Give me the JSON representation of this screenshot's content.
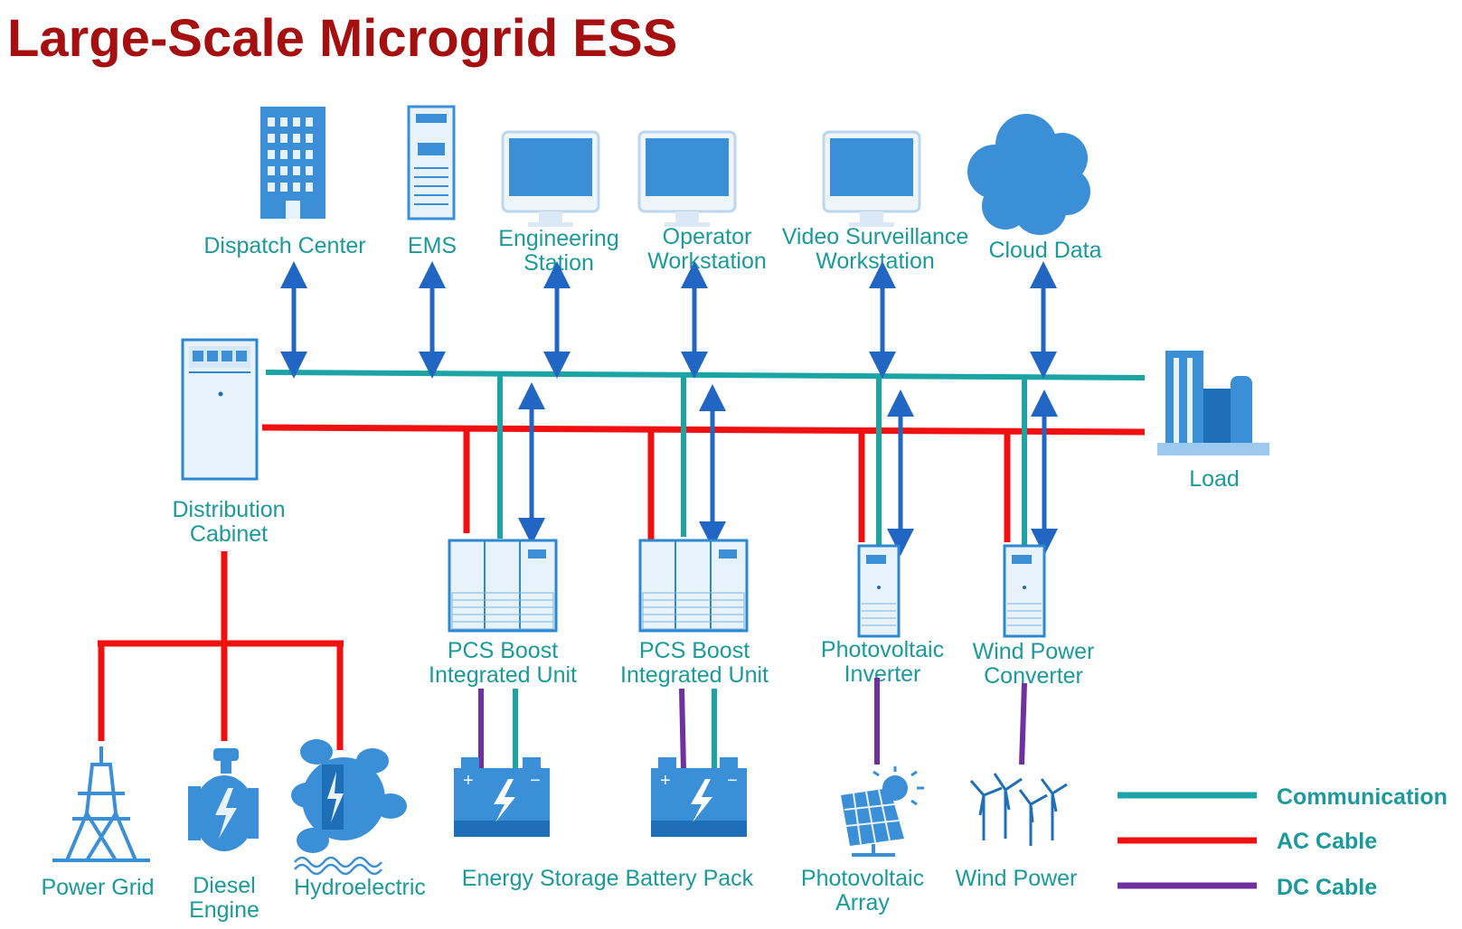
{
  "title": "Large-Scale Microgrid ESS",
  "labels": {
    "dispatch_center": "Dispatch Center",
    "ems": "EMS",
    "engineering_station_1": "Engineering",
    "engineering_station_2": "Station",
    "operator_workstation_1": "Operator",
    "operator_workstation_2": "Workstation",
    "video_surveillance_1": "Video Surveillance",
    "video_surveillance_2": "Workstation",
    "cloud_data": "Cloud Data",
    "distribution_cabinet_1": "Distribution",
    "distribution_cabinet_2": "Cabinet",
    "load": "Load",
    "pcs1_1": "PCS Boost",
    "pcs1_2": "Integrated Unit",
    "pcs2_1": "PCS Boost",
    "pcs2_2": "Integrated Unit",
    "pv_inverter_1": "Photovoltaic",
    "pv_inverter_2": "Inverter",
    "wind_converter_1": "Wind Power",
    "wind_converter_2": "Converter",
    "power_grid": "Power Grid",
    "diesel_engine_1": "Diesel",
    "diesel_engine_2": "Engine",
    "hydroelectric": "Hydroelectric",
    "battery_pack": "Energy Storage Battery Pack",
    "pv_array_1": "Photovoltaic",
    "pv_array_2": "Array",
    "wind_power": "Wind Power"
  },
  "legend": [
    {
      "label": "Communication",
      "color": "#1ca3a3"
    },
    {
      "label": "AC Cable",
      "color": "#f01010"
    },
    {
      "label": "DC Cable",
      "color": "#7030a0"
    }
  ],
  "icons": {
    "dispatch_center": "building-icon",
    "ems": "server-rack-icon",
    "engineering_station": "monitor-icon",
    "operator_workstation": "monitor-icon",
    "video_surveillance": "monitor-icon",
    "cloud_data": "cloud-icon",
    "distribution_cabinet": "cabinet-icon",
    "load": "factory-icon",
    "pcs": "pcs-cabinet-icon",
    "inverter": "inverter-icon",
    "power_grid": "transmission-tower-icon",
    "diesel_engine": "engine-icon",
    "hydroelectric": "turbine-icon",
    "battery": "battery-icon",
    "pv_array": "solar-panel-icon",
    "wind_power": "wind-turbine-icon"
  },
  "colors": {
    "title": "#a50f0f",
    "label": "#1a9a9a",
    "arrow": "#2266c4",
    "icon": "#3b8fd6"
  }
}
